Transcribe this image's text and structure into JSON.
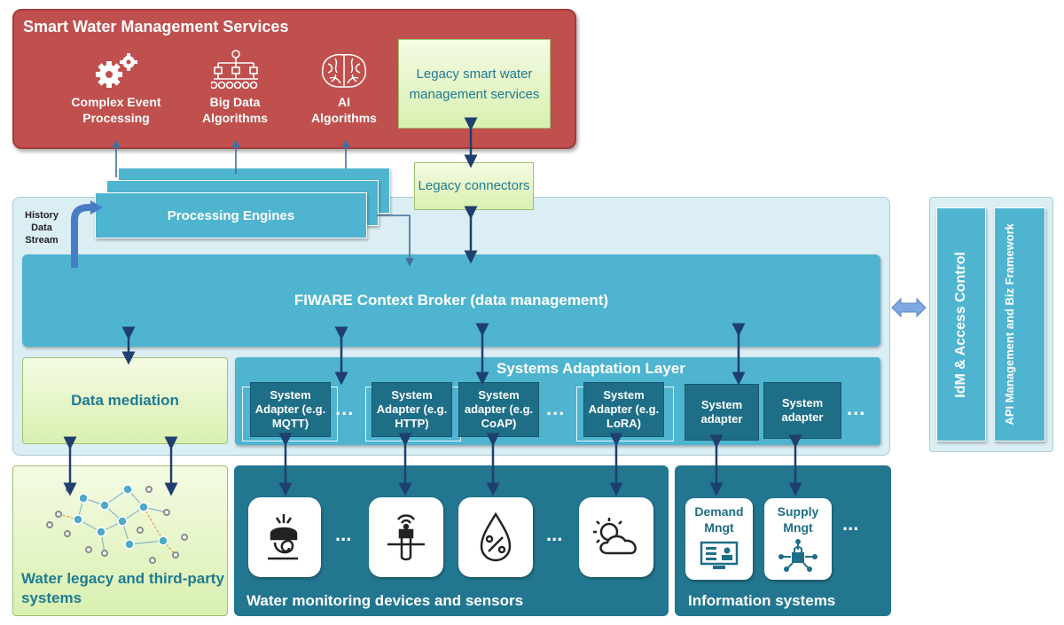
{
  "services": {
    "title": "Smart Water Management Services",
    "items": [
      {
        "label": "Complex Event\nProcessing",
        "icon": "gears-icon"
      },
      {
        "label": "Big Data\nAlgorithms",
        "icon": "hierarchy-icon"
      },
      {
        "label": "AI\nAlgorithms",
        "icon": "brain-icon"
      }
    ],
    "legacy": "Legacy smart water management services"
  },
  "legacy_connectors": "Legacy connectors",
  "processing_engines": "Processing Engines",
  "history_stream": "History Data Stream",
  "broker": "FIWARE Context Broker (data management)",
  "data_mediation": "Data mediation",
  "adaptation_layer": {
    "title": "Systems Adaptation Layer",
    "adapters": [
      "System Adapter (e.g. MQTT)",
      "System Adapter (e.g. HTTP)",
      "System adapter (e.g. CoAP)",
      "System Adapter (e.g. LoRA)",
      "System adapter",
      "System adapter"
    ],
    "ellipsis": "..."
  },
  "control": {
    "idm": "IdM & Access Control",
    "api": "API Management and Biz Framework"
  },
  "bottom": {
    "legacy_systems": "Water legacy and third-party systems",
    "devices": "Water monitoring devices and sensors",
    "information_systems": "Information systems",
    "info_tiles": [
      "Demand Mngt",
      "Supply Mngt"
    ],
    "ellipsis": "..."
  },
  "colors": {
    "services_red": "#c0504d",
    "layer_blue": "#4fb4cf",
    "adapter_blue": "#1e6e87",
    "bottom_blue": "#22768f",
    "legacy_green": "#d9f0b0",
    "text_teal": "#1f7a91",
    "arrow": "#1f3f6e"
  }
}
